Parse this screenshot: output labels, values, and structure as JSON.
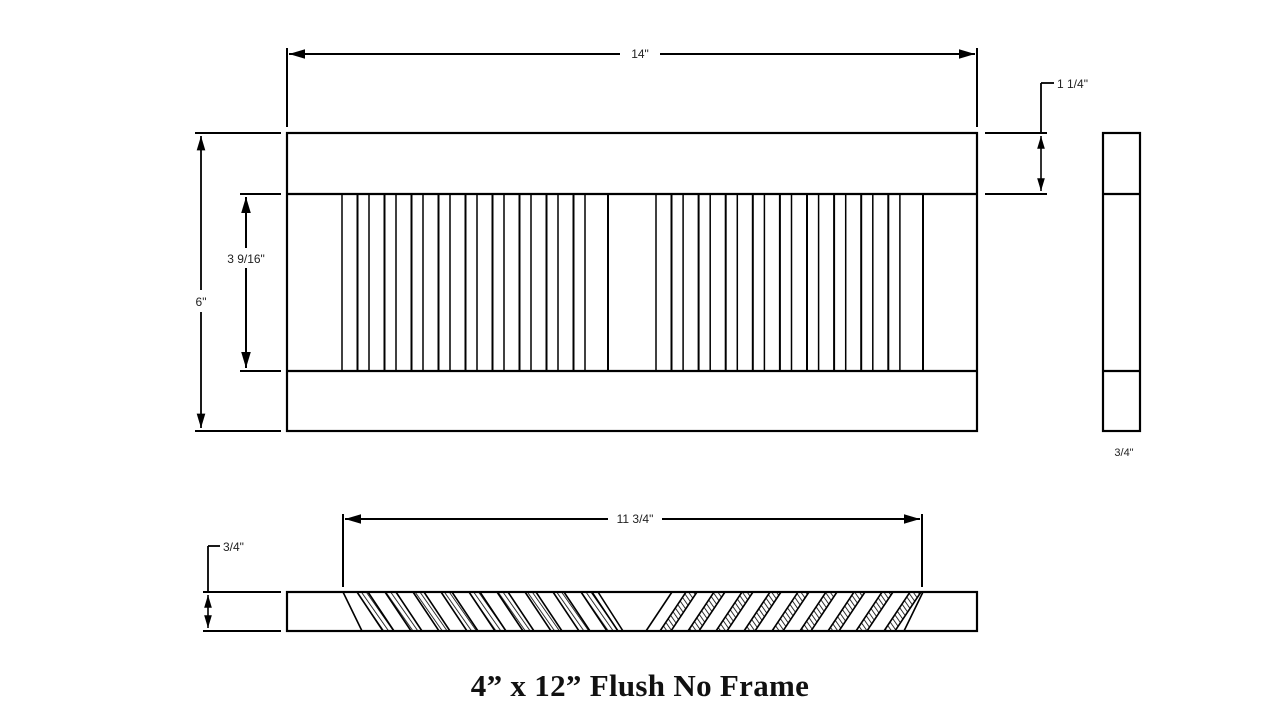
{
  "title": "4” x 12” Flush No Frame",
  "front_view": {
    "dimensions": {
      "overall_width": "14\"",
      "overall_height": "6\"",
      "opening_height": "3 9/16\"",
      "rail_height": "1 1/4\""
    },
    "louver_groups": [
      {
        "name": "left",
        "count": 20
      },
      {
        "name": "right",
        "count": 20
      }
    ]
  },
  "side_view": {
    "thickness": "3/4\""
  },
  "section_view": {
    "thickness": "3/4\"",
    "louver_span": "11 3/4\""
  },
  "colors": {
    "line": "#000000",
    "background": "#ffffff"
  }
}
